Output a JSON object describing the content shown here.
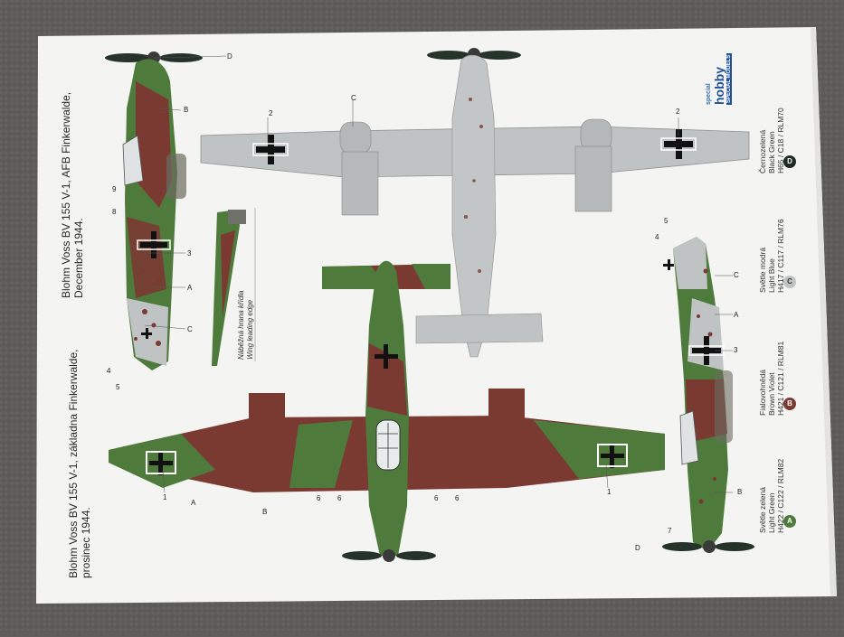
{
  "image": {
    "description_hidden": true,
    "colors": {
      "background_fabric": "#5f5d5b",
      "sheet": "#f4f4f2",
      "green": "#4e7a3c",
      "violet": "#7a3a32",
      "light_blue": "#bfc3c3",
      "black_green": "#1f2a22"
    }
  },
  "sheet": {
    "title_cz": "Blohm Voss BV 155 V-1, základna Finkerwalde, prosinec 1944.",
    "title_cz_line1": "Blohm Voss BV 155 V-1, základna Finkerwalde,",
    "title_cz_line2": "prosinec 1944.",
    "title_en_line1": "Blohm Voss BV 155 V-1, AFB Finkerwalde,",
    "title_en_line2": "December 1944.",
    "note_cz": "Náběžná hrana křídla",
    "note_en": "Wing leading edge",
    "brand_line1": "special",
    "brand_line2": "hobby",
    "brand_line3": "SPECIAL MODELS",
    "legend": [
      {
        "letter": "A",
        "cz": "Světle zelená",
        "en": "Light Green",
        "code": "H422 / C122 / RLM82",
        "color": "#4e7a3c"
      },
      {
        "letter": "B",
        "cz": "Fialovohnědá",
        "en": "Brown Violet",
        "code": "H421 / C121 / RLM81",
        "color": "#7a3a32"
      },
      {
        "letter": "C",
        "cz": "Světle modrá",
        "en": "Light Blue",
        "code": "H417 / C117 / RLM76",
        "color": "#bfc3c3"
      },
      {
        "letter": "D",
        "cz": "Černozelená",
        "en": "Black Green",
        "code": "H65 / C18 / RLM70",
        "color": "#1f2a22"
      }
    ],
    "callouts": [
      "D",
      "B",
      "9",
      "8",
      "3",
      "A",
      "C",
      "4",
      "5",
      "2",
      "C",
      "2",
      "5",
      "4",
      "C",
      "A",
      "3",
      "B",
      "7",
      "D",
      "1",
      "A",
      "B",
      "6",
      "6",
      "6",
      "6",
      "1"
    ]
  }
}
